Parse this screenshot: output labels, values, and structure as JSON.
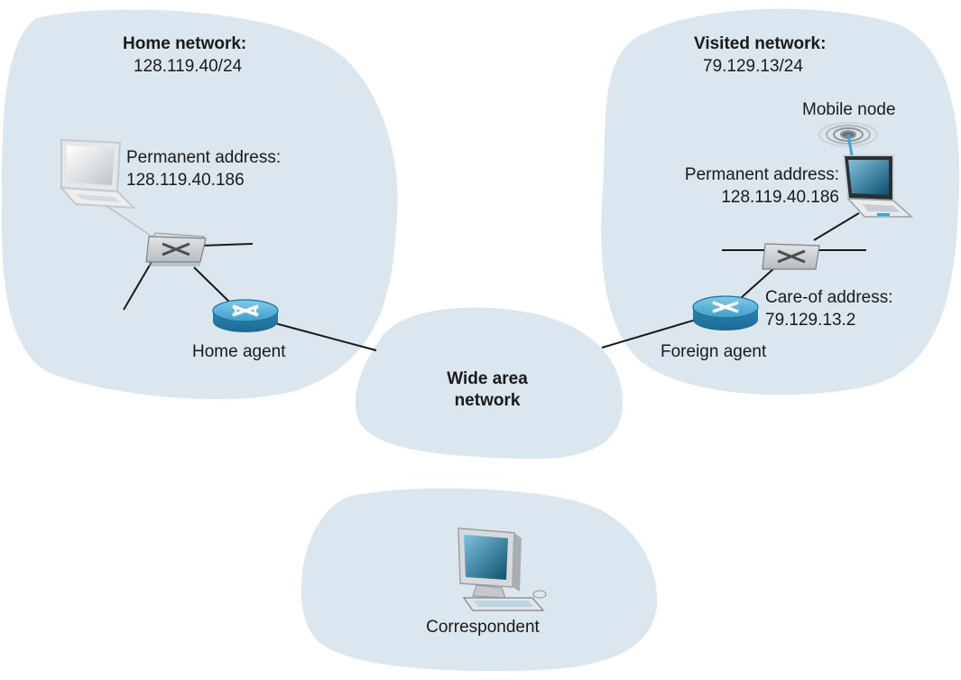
{
  "home_network": {
    "title": "Home network:",
    "subnet": "128.119.40/24",
    "permanent_address_label": "Permanent address:",
    "permanent_address": "128.119.40.186",
    "agent_label": "Home agent"
  },
  "visited_network": {
    "title": "Visited network:",
    "subnet": "79.129.13/24",
    "mobile_node_label": "Mobile node",
    "permanent_address_label": "Permanent address:",
    "permanent_address": "128.119.40.186",
    "care_of_label": "Care-of address:",
    "care_of_address": "79.129.13.2",
    "agent_label": "Foreign agent"
  },
  "wan": {
    "line1": "Wide area",
    "line2": "network"
  },
  "correspondent": {
    "label": "Correspondent"
  },
  "colors": {
    "cloud": "#dce6ef",
    "router": "#3fa6d3",
    "switch": "#b0b4b8",
    "screen": "#1b6e92",
    "line": "#1a1a1a"
  }
}
